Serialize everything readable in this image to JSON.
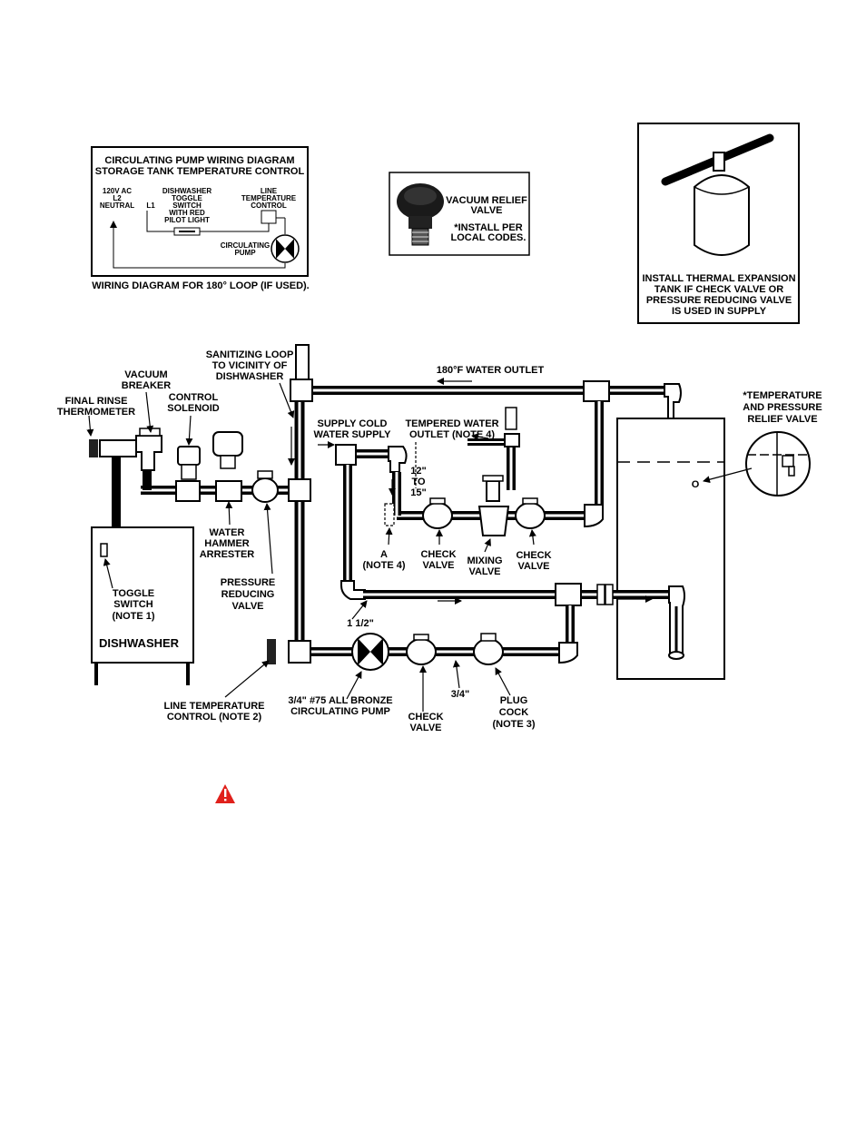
{
  "colors": {
    "ink": "#000000",
    "paper": "#ffffff",
    "warning": "#e0201b"
  },
  "icons": [
    "warning-icon",
    "pump-symbol-icon",
    "vacuum-relief-valve-icon",
    "expansion-tank-icon"
  ],
  "wiring_box": {
    "title_1": "CIRCULATING PUMP WIRING DIAGRAM",
    "title_2": "STORAGE TANK TEMPERATURE CONTROL",
    "supply_1": "120V AC",
    "supply_2": "L2",
    "supply_3": "NEUTRAL",
    "l1": "L1",
    "switch_1": "DISHWASHER",
    "switch_2": "TOGGLE",
    "switch_3": "SWITCH",
    "switch_4": "WITH RED",
    "switch_5": "PILOT LIGHT",
    "control_1": "LINE",
    "control_2": "TEMPERATURE",
    "control_3": "CONTROL",
    "pump_1": "CIRCULATING",
    "pump_2": "PUMP",
    "caption": "WIRING DIAGRAM FOR 180° LOOP (IF USED)."
  },
  "vacuum_box": {
    "line_1": "VACUUM RELIEF",
    "line_2": "VALVE",
    "line_3": "*INSTALL PER",
    "line_4": "LOCAL CODES."
  },
  "expansion_box": {
    "line_1": "INSTALL THERMAL EXPANSION",
    "line_2": "TANK IF CHECK VALVE OR",
    "line_3": "PRESSURE REDUCING VALVE",
    "line_4": "IS USED IN SUPPLY"
  },
  "labels": {
    "sanitizing_1": "SANITIZING LOOP",
    "sanitizing_2": "TO VICINITY OF",
    "sanitizing_3": "DISHWASHER",
    "outlet_180": "180°F WATER OUTLET",
    "vacuum_1": "VACUUM",
    "vacuum_2": "BREAKER",
    "solenoid_1": "CONTROL",
    "solenoid_2": "SOLENOID",
    "rinse_1": "FINAL RINSE",
    "rinse_2": "THERMOMETER",
    "cold_1": "SUPPLY COLD",
    "cold_2": "WATER SUPPLY",
    "tempered_1": "TEMPERED WATER",
    "tempered_2": "OUTLET (NOTE 4)",
    "tp_1": "*TEMPERATURE",
    "tp_2": "AND PRESSURE",
    "tp_3": "RELIEF VALVE",
    "dim_1": "12\"",
    "dim_2": "TO",
    "dim_3": "15\"",
    "hammer_1": "WATER",
    "hammer_2": "HAMMER",
    "hammer_3": "ARRESTER",
    "a_1": "A",
    "a_2": "(NOTE 4)",
    "check_a_1": "CHECK",
    "check_a_2": "VALVE",
    "mixing_1": "MIXING",
    "mixing_2": "VALVE",
    "check_b_1": "CHECK",
    "check_b_2": "VALVE",
    "prv_1": "PRESSURE",
    "prv_2": "REDUCING",
    "prv_3": "VALVE",
    "toggle_1": "TOGGLE",
    "toggle_2": "SWITCH",
    "toggle_3": "(NOTE 1)",
    "dishwasher": "DISHWASHER",
    "size_1_5": "1 1/2\"",
    "tank_o": "O",
    "ltc_1": "LINE TEMPERATURE",
    "ltc_2": "CONTROL (NOTE 2)",
    "pump_1": "3/4\" #75 ALL BRONZE",
    "pump_2": "CIRCULATING PUMP",
    "size_3_4": "3/4\"",
    "check_c_1": "CHECK",
    "check_c_2": "VALVE",
    "plug_1": "PLUG",
    "plug_2": "COCK",
    "plug_3": "(NOTE 3)"
  }
}
